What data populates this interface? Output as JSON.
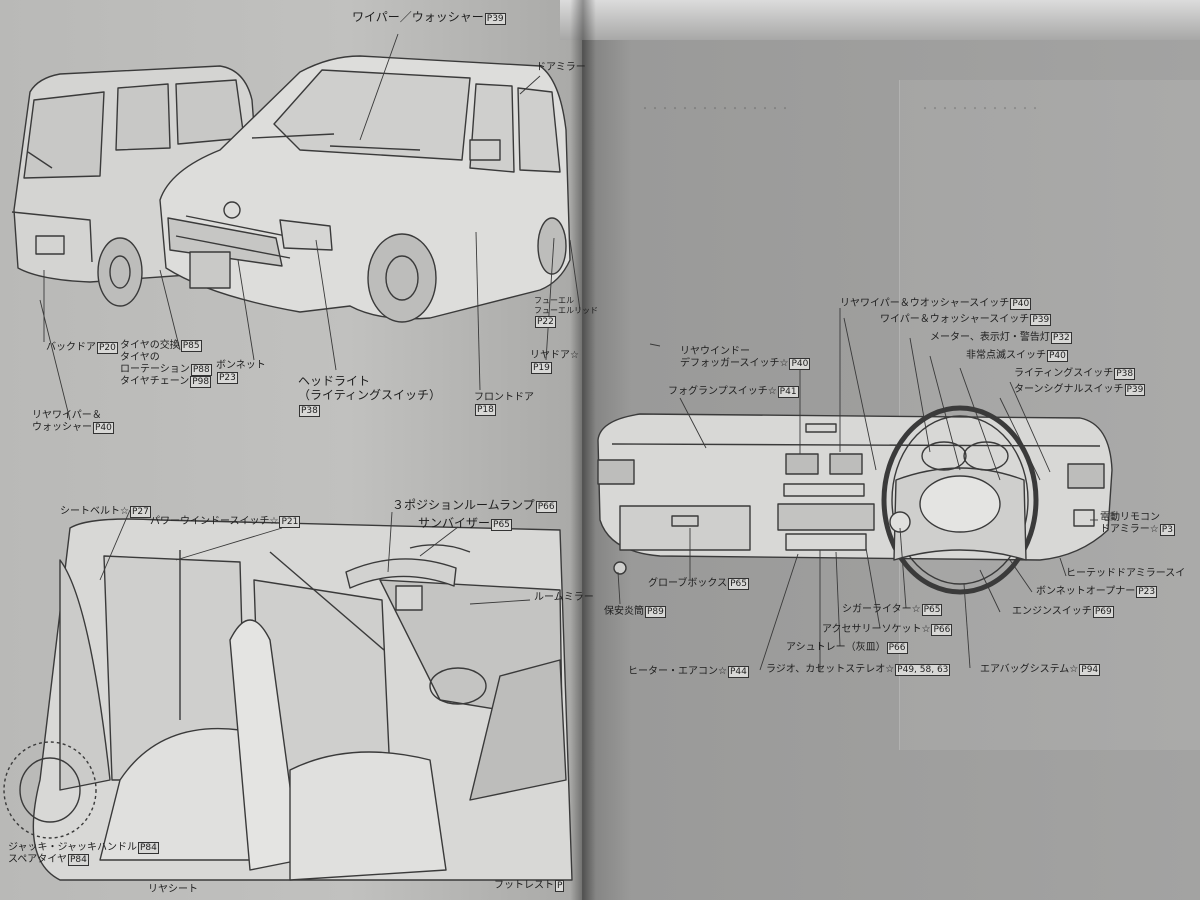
{
  "exterior": {
    "wiper_washer": {
      "text": "ワイパー／ウォッシャー",
      "ref": "P39"
    },
    "door_mirror": {
      "text": "ドアミラー"
    },
    "back_door": {
      "text": "バックドア",
      "ref": "P20"
    },
    "tire_change": {
      "line1": "タイヤの交換",
      "ref1": "P85",
      "line2": "タイヤの",
      "line3": "ローテーション",
      "ref3": "P88",
      "line4": "タイヤチェーン",
      "ref4": "P98"
    },
    "bonnet": {
      "text": "ボンネット",
      "ref": "P23"
    },
    "headlight": {
      "line1": "ヘッドライト",
      "line2": "（ライティングスイッチ）",
      "ref": "P38"
    },
    "front_door": {
      "text": "フロントドア",
      "ref": "P18"
    },
    "rear_door": {
      "text": "リヤドア☆",
      "ref": "P19"
    },
    "fuel": {
      "line1": "フューエル",
      "line2": "フューエルリッド",
      "ref": "P22"
    },
    "rear_wiper": {
      "line1": "リヤワイパー＆",
      "line2": "ウォッシャー",
      "ref": "P40"
    }
  },
  "interior": {
    "seatbelt": {
      "text": "シートベルト☆",
      "ref": "P27"
    },
    "power_window": {
      "text": "パワーウインドースイッチ☆",
      "ref": "P21"
    },
    "room_lamp": {
      "text": "３ポジションルームランプ",
      "ref": "P66"
    },
    "sun_visor": {
      "text": "サンバイザー",
      "ref": "P65"
    },
    "room_mirror": {
      "text": "ルームミラー"
    },
    "jack": {
      "line1": "ジャッキ・ジャッキハンドル",
      "ref1": "P84",
      "line2": "スペアタイヤ",
      "ref2": "P84"
    },
    "rear_seat": {
      "text": "リヤシート"
    },
    "foot_rest": {
      "text": "フットレスト",
      "ref": "P"
    }
  },
  "dashboard": {
    "rear_wiper_switch": {
      "text": "リヤワイパー＆ウオッシャースイッチ",
      "ref": "P40"
    },
    "wiper_switch": {
      "text": "ワイパー＆ウォッシャースイッチ",
      "ref": "P39"
    },
    "meter": {
      "text": "メーター、表示灯・警告灯",
      "ref": "P32"
    },
    "hazard": {
      "text": "非常点滅スイッチ",
      "ref": "P40"
    },
    "lighting": {
      "text": "ライティングスイッチ",
      "ref": "P38"
    },
    "turn_signal": {
      "text": "ターンシグナルスイッチ",
      "ref": "P39"
    },
    "rear_defogger": {
      "line1": "リヤウインドー",
      "line2": "デフォッガースイッチ☆",
      "ref": "P40"
    },
    "fog_lamp": {
      "text": "フォグランプスイッチ☆",
      "ref": "P41"
    },
    "remote_mirror": {
      "line1": "電動リモコン",
      "line2": "ドアミラー☆",
      "ref": "P3"
    },
    "heated_mirror": {
      "text": "ヒーテッドドアミラースイ"
    },
    "bonnet_opener": {
      "text": "ボンネットオープナー",
      "ref": "P23"
    },
    "engine_switch": {
      "text": "エンジンスイッチ",
      "ref": "P69"
    },
    "glove_box": {
      "text": "グローブボックス",
      "ref": "P65"
    },
    "flare": {
      "text": "保安炎筒",
      "ref": "P89"
    },
    "cigar": {
      "text": "シガーライター☆",
      "ref": "P65"
    },
    "accessory": {
      "text": "アクセサリーソケット☆",
      "ref": "P66"
    },
    "ashtray": {
      "text": "アシュトレー（灰皿）",
      "ref": "P66"
    },
    "heater": {
      "text": "ヒーター・エアコン☆",
      "ref": "P44"
    },
    "radio": {
      "text": "ラジオ、カセットステレオ☆",
      "ref": "P49, 58, 63"
    },
    "airbag": {
      "text": "エアバッグシステム☆",
      "ref": "P94"
    }
  },
  "colors": {
    "paper_left": "#bfbfbd",
    "paper_right": "#9f9f9e",
    "ink": "#2a2a2a",
    "line": "#3a3a3a"
  }
}
